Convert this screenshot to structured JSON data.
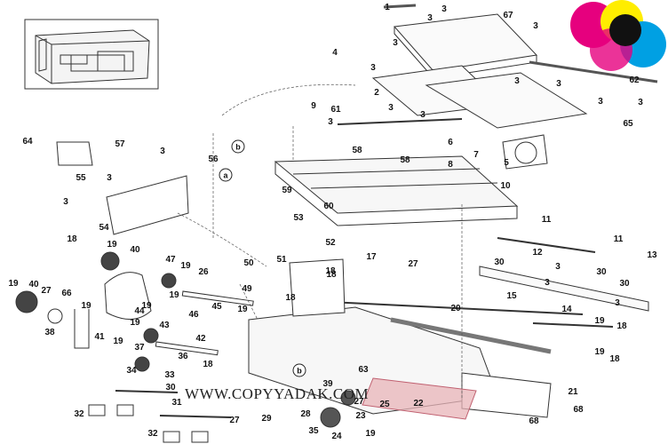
{
  "watermark": "WWW.COPYYADAK.COM",
  "colors": {
    "accent": "#e8b4b8",
    "logo": [
      "#e6007e",
      "#ffed00",
      "#00a0e3",
      "#000000"
    ]
  },
  "callouts": {
    "c1": "1",
    "c3a": "3",
    "c67": "67",
    "c3b": "3",
    "c3c": "3",
    "c4": "4",
    "c3d": "3",
    "c3e": "3",
    "c2": "2",
    "c3f": "3",
    "c3g": "3",
    "c3h": "3",
    "c62": "62",
    "c3i": "3",
    "c3j": "3",
    "c3k": "3",
    "c65": "65",
    "c9": "9",
    "c61": "61",
    "c3l": "3",
    "c6": "6",
    "c7": "7",
    "c8": "8",
    "c5": "5",
    "c64": "64",
    "c57": "57",
    "c3m": "3",
    "c56": "56",
    "c58a": "58",
    "c58b": "58",
    "c55": "55",
    "c3n": "3",
    "c3o": "3",
    "c59": "59",
    "c60": "60",
    "c10": "10",
    "c54": "54",
    "c53": "53",
    "c52": "52",
    "c11a": "11",
    "c11b": "11",
    "c12": "12",
    "c13": "13",
    "c18a": "18",
    "c19a": "19",
    "c40a": "40",
    "c47": "47",
    "c51": "51",
    "c50": "50",
    "c17": "17",
    "c27a": "27",
    "c30a": "30",
    "c3p": "3",
    "c30b": "30",
    "c30c": "30",
    "c3q": "3",
    "c3r": "3",
    "c19b": "19",
    "c26": "26",
    "c18b": "18",
    "c14": "14",
    "c15": "15",
    "c19c": "19",
    "c40b": "40",
    "c27b": "27",
    "c66": "66",
    "c49": "49",
    "c19d": "19",
    "c45": "45",
    "c19e": "19",
    "c18c": "18",
    "c20": "20",
    "c44": "44",
    "c46": "46",
    "c19f": "19",
    "c43": "43",
    "c38": "38",
    "c41": "41",
    "c19g": "19",
    "c37": "37",
    "c42": "42",
    "c19h": "19",
    "c18d": "18",
    "c36": "36",
    "c18e": "18",
    "c34": "34",
    "c33": "33",
    "c30d": "30",
    "c63": "63",
    "c19i": "19",
    "c18f": "18",
    "c39": "39",
    "c21": "21",
    "c31": "31",
    "c32a": "32",
    "c28": "28",
    "c29": "29",
    "c25": "25",
    "c27c": "27",
    "c22": "22",
    "c23": "23",
    "c27d": "27",
    "c32b": "32",
    "c35": "35",
    "c24": "24",
    "c19j": "19",
    "c68a": "68",
    "c68b": "68",
    "c19k": "19",
    "c18g": "18",
    "c19l": "19"
  },
  "markers": {
    "a": "a",
    "b1": "b",
    "b2": "b"
  }
}
